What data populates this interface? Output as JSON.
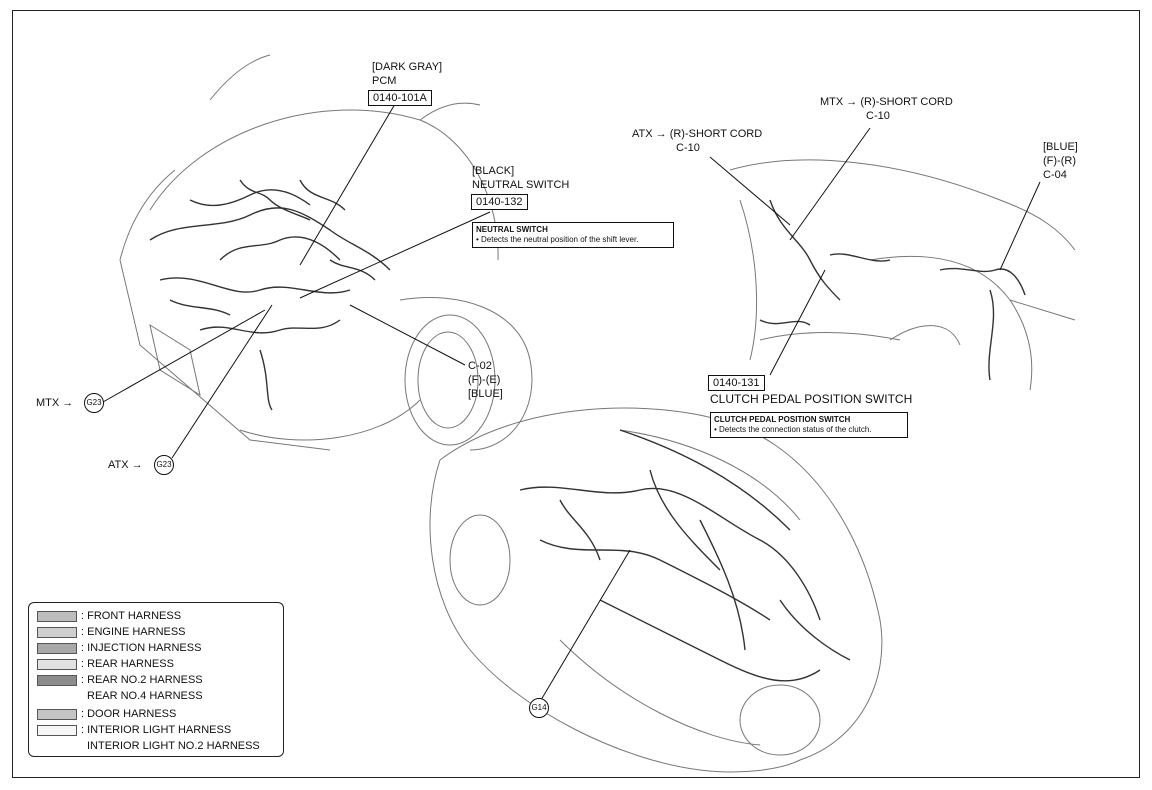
{
  "pcm": {
    "color": "[DARK GRAY]",
    "name": "PCM",
    "code": "0140-101A"
  },
  "neutral_switch": {
    "color": "[BLACK]",
    "name": "NEUTRAL SWITCH",
    "code": "0140-132",
    "note_title": "NEUTRAL SWITCH",
    "note_text": "• Detects the neutral position of the shift lever."
  },
  "c02": {
    "line1": "C-02",
    "line2": "(F)-(E)",
    "line3": "[BLUE]"
  },
  "mtx_left": {
    "label": "MTX",
    "arrow": "→",
    "ground": "G23"
  },
  "atx_left": {
    "label": "ATX",
    "arrow": "→",
    "ground": "G23"
  },
  "mtx_cord": {
    "line1": "MTX → (R)-SHORT CORD",
    "line2": "C-10"
  },
  "atx_cord": {
    "line1": "ATX → (R)-SHORT CORD",
    "line2": "C-10"
  },
  "c04": {
    "line1": "[BLUE]",
    "line2": "(F)-(R)",
    "line3": "C-04"
  },
  "clutch_switch": {
    "code": "0140-131",
    "name": "CLUTCH PEDAL POSITION SWITCH",
    "note_title": "CLUTCH PEDAL POSITION SWITCH",
    "note_text": "• Detects the connection status of the clutch."
  },
  "g14": {
    "ground": "G14"
  },
  "legend": {
    "items": [
      {
        "label": ": FRONT HARNESS",
        "color": "#bdbdbd"
      },
      {
        "label": ": ENGINE HARNESS",
        "color": "#cfcfcf"
      },
      {
        "label": ": INJECTION HARNESS",
        "color": "#a8a8a8"
      },
      {
        "label": ": REAR HARNESS",
        "color": "#e2e2e2"
      },
      {
        "label": ": REAR NO.2 HARNESS",
        "color": "#8c8c8c"
      },
      {
        "label": ": DOOR HARNESS",
        "color": "#c4c4c4"
      },
      {
        "label": ": INTERIOR LIGHT HARNESS",
        "color": "#f6f6f6"
      }
    ],
    "rear4": "REAR NO.4 HARNESS",
    "interior2": "INTERIOR LIGHT NO.2 HARNESS"
  }
}
